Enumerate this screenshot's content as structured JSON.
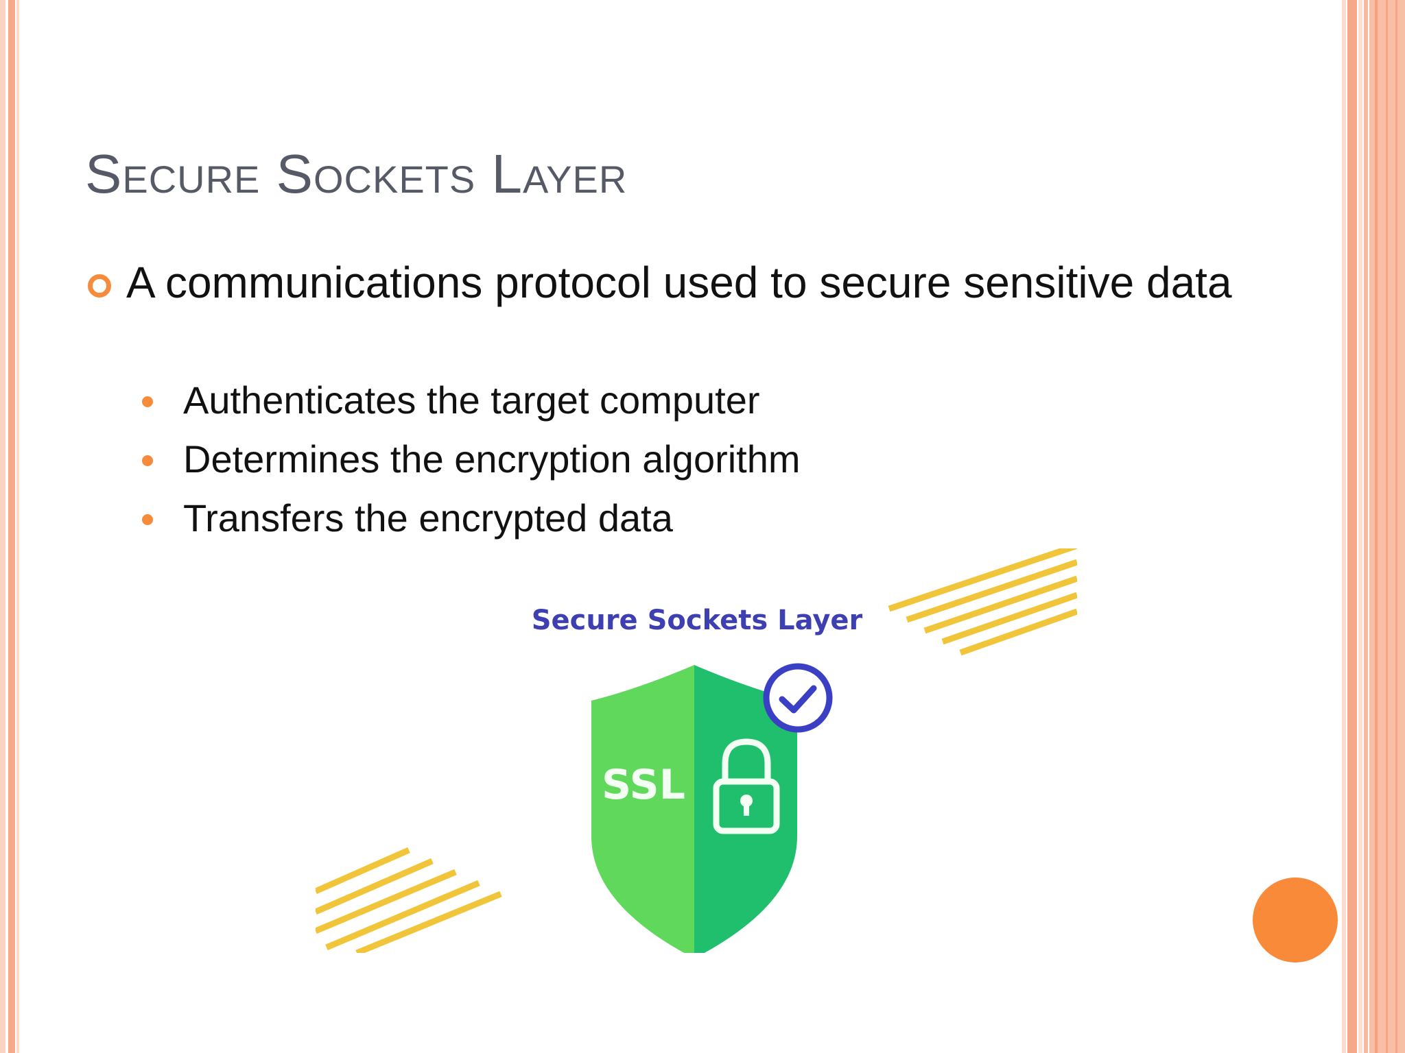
{
  "slide": {
    "title": "Secure Sockets Layer",
    "main_bullet": "A communications protocol used to secure sensitive data",
    "sub_bullets": [
      "Authenticates the target computer",
      "Determines the encryption algorithm",
      "Transfers the encrypted data"
    ]
  },
  "graphic": {
    "heading": "Secure Sockets Layer",
    "badge_text": "SSL",
    "icons": [
      "shield-icon",
      "padlock-icon",
      "checkmark-icon"
    ]
  },
  "colors": {
    "accent": "#f68b3c",
    "title": "#555a66",
    "shield_light": "#5fd85b",
    "shield_dark": "#1fbf6e",
    "check_blue": "#3b3fc4",
    "stripes_yellow": "#f0c53a"
  }
}
